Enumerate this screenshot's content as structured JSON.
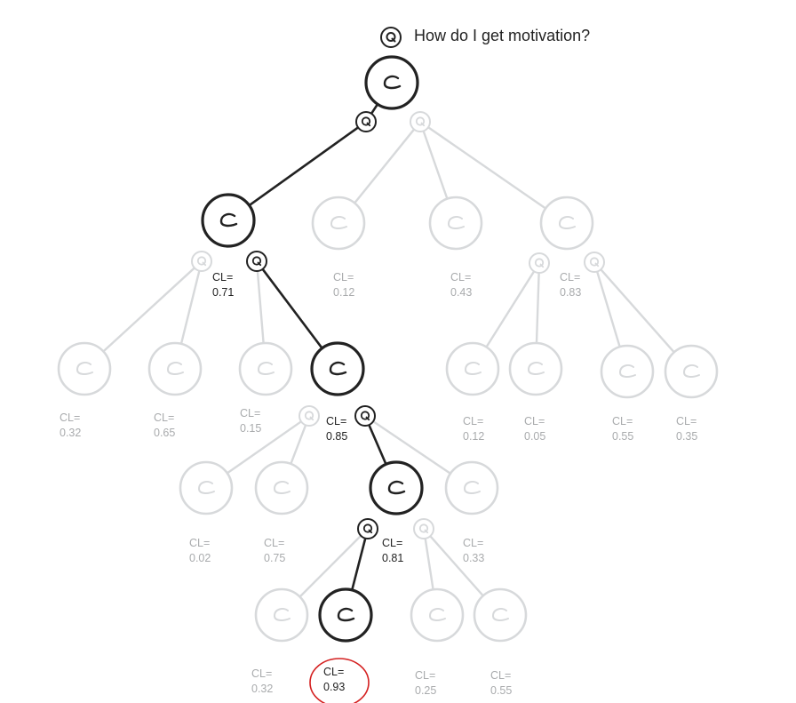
{
  "question": "How do I get motivation?",
  "cl_prefix": "CL=",
  "node_glyph": "C",
  "query_glyph": "Q",
  "colors": {
    "active": "#222222",
    "inactive": "#d7d9db",
    "inactive_text": "#a9abad",
    "highlight": "#d42020"
  },
  "tree": {
    "root": "root",
    "nodes": [
      {
        "id": "root",
        "parent": null,
        "active": true
      },
      {
        "id": "A",
        "parent": "root",
        "active": true,
        "cl": "0.71"
      },
      {
        "id": "B",
        "parent": "root",
        "active": false,
        "cl": "0.12"
      },
      {
        "id": "C",
        "parent": "root",
        "active": false,
        "cl": "0.43"
      },
      {
        "id": "D",
        "parent": "root",
        "active": false,
        "cl": "0.83"
      },
      {
        "id": "A1",
        "parent": "A",
        "active": false,
        "cl": "0.32"
      },
      {
        "id": "A2",
        "parent": "A",
        "active": false,
        "cl": "0.65"
      },
      {
        "id": "A3",
        "parent": "A",
        "active": false,
        "cl": "0.15"
      },
      {
        "id": "A4",
        "parent": "A",
        "active": true,
        "cl": "0.85"
      },
      {
        "id": "D1",
        "parent": "D",
        "active": false,
        "cl": "0.12"
      },
      {
        "id": "D2",
        "parent": "D",
        "active": false,
        "cl": "0.05"
      },
      {
        "id": "D3",
        "parent": "D",
        "active": false,
        "cl": "0.55"
      },
      {
        "id": "D4",
        "parent": "D",
        "active": false,
        "cl": "0.35"
      },
      {
        "id": "E1",
        "parent": "A4",
        "active": false,
        "cl": "0.02"
      },
      {
        "id": "E2",
        "parent": "A4",
        "active": false,
        "cl": "0.75"
      },
      {
        "id": "E3",
        "parent": "A4",
        "active": true,
        "cl": "0.81"
      },
      {
        "id": "E4",
        "parent": "A4",
        "active": false,
        "cl": "0.33"
      },
      {
        "id": "F1",
        "parent": "E3",
        "active": false,
        "cl": "0.32"
      },
      {
        "id": "F2",
        "parent": "E3",
        "active": true,
        "cl": "0.93",
        "highlighted": true
      },
      {
        "id": "F3",
        "parent": "E3",
        "active": false,
        "cl": "0.25"
      },
      {
        "id": "F4",
        "parent": "E3",
        "active": false,
        "cl": "0.55"
      }
    ],
    "queries": [
      {
        "id": "q-root-a",
        "parent": "root",
        "children": [
          "A"
        ],
        "active": true
      },
      {
        "id": "q-root-b",
        "parent": "root",
        "children": [
          "B",
          "C",
          "D"
        ],
        "active": false
      },
      {
        "id": "q-a-1",
        "parent": "A",
        "children": [
          "A1",
          "A2"
        ],
        "active": false
      },
      {
        "id": "q-a-2",
        "parent": "A",
        "children": [
          "A3",
          "A4"
        ],
        "active": true
      },
      {
        "id": "q-d-1",
        "parent": "D",
        "children": [
          "D1",
          "D2"
        ],
        "active": false
      },
      {
        "id": "q-d-2",
        "parent": "D",
        "children": [
          "D3",
          "D4"
        ],
        "active": false
      },
      {
        "id": "q-a4-1",
        "parent": "A4",
        "children": [
          "E1",
          "E2"
        ],
        "active": false
      },
      {
        "id": "q-a4-2",
        "parent": "A4",
        "children": [
          "E3",
          "E4"
        ],
        "active": true
      },
      {
        "id": "q-e3-1",
        "parent": "E3",
        "children": [
          "F1",
          "F2"
        ],
        "active": true
      },
      {
        "id": "q-e3-2",
        "parent": "E3",
        "children": [
          "F3",
          "F4"
        ],
        "active": false
      }
    ]
  }
}
